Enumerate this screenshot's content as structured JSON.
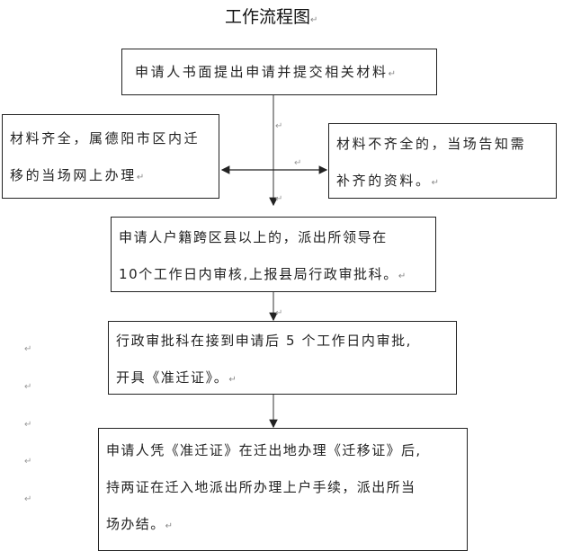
{
  "title": "工作流程图",
  "paragraph_mark": "↵",
  "boxes": {
    "submit": "申请人书面提出申请并提交相关材料",
    "complete": [
      "材料齐全，属德阳市区内迁",
      "移的当场网上办理"
    ],
    "incomplete": [
      "材料不齐全的，当场告知需",
      "补齐的资料。"
    ],
    "review": [
      "申请人户籍跨区县以上的，派出所领导在",
      "10个工作日内审核,上报县局行政审批科。"
    ],
    "approve": [
      "行政审批科在接到申请后 5 个工作日内审批,",
      "开具《准迁证》。"
    ],
    "finish": [
      "申请人凭《准迁证》在迁出地办理《迁移证》后,",
      "持两证在迁入地派出所办理上户手续，派出所当",
      "场办结。"
    ]
  }
}
